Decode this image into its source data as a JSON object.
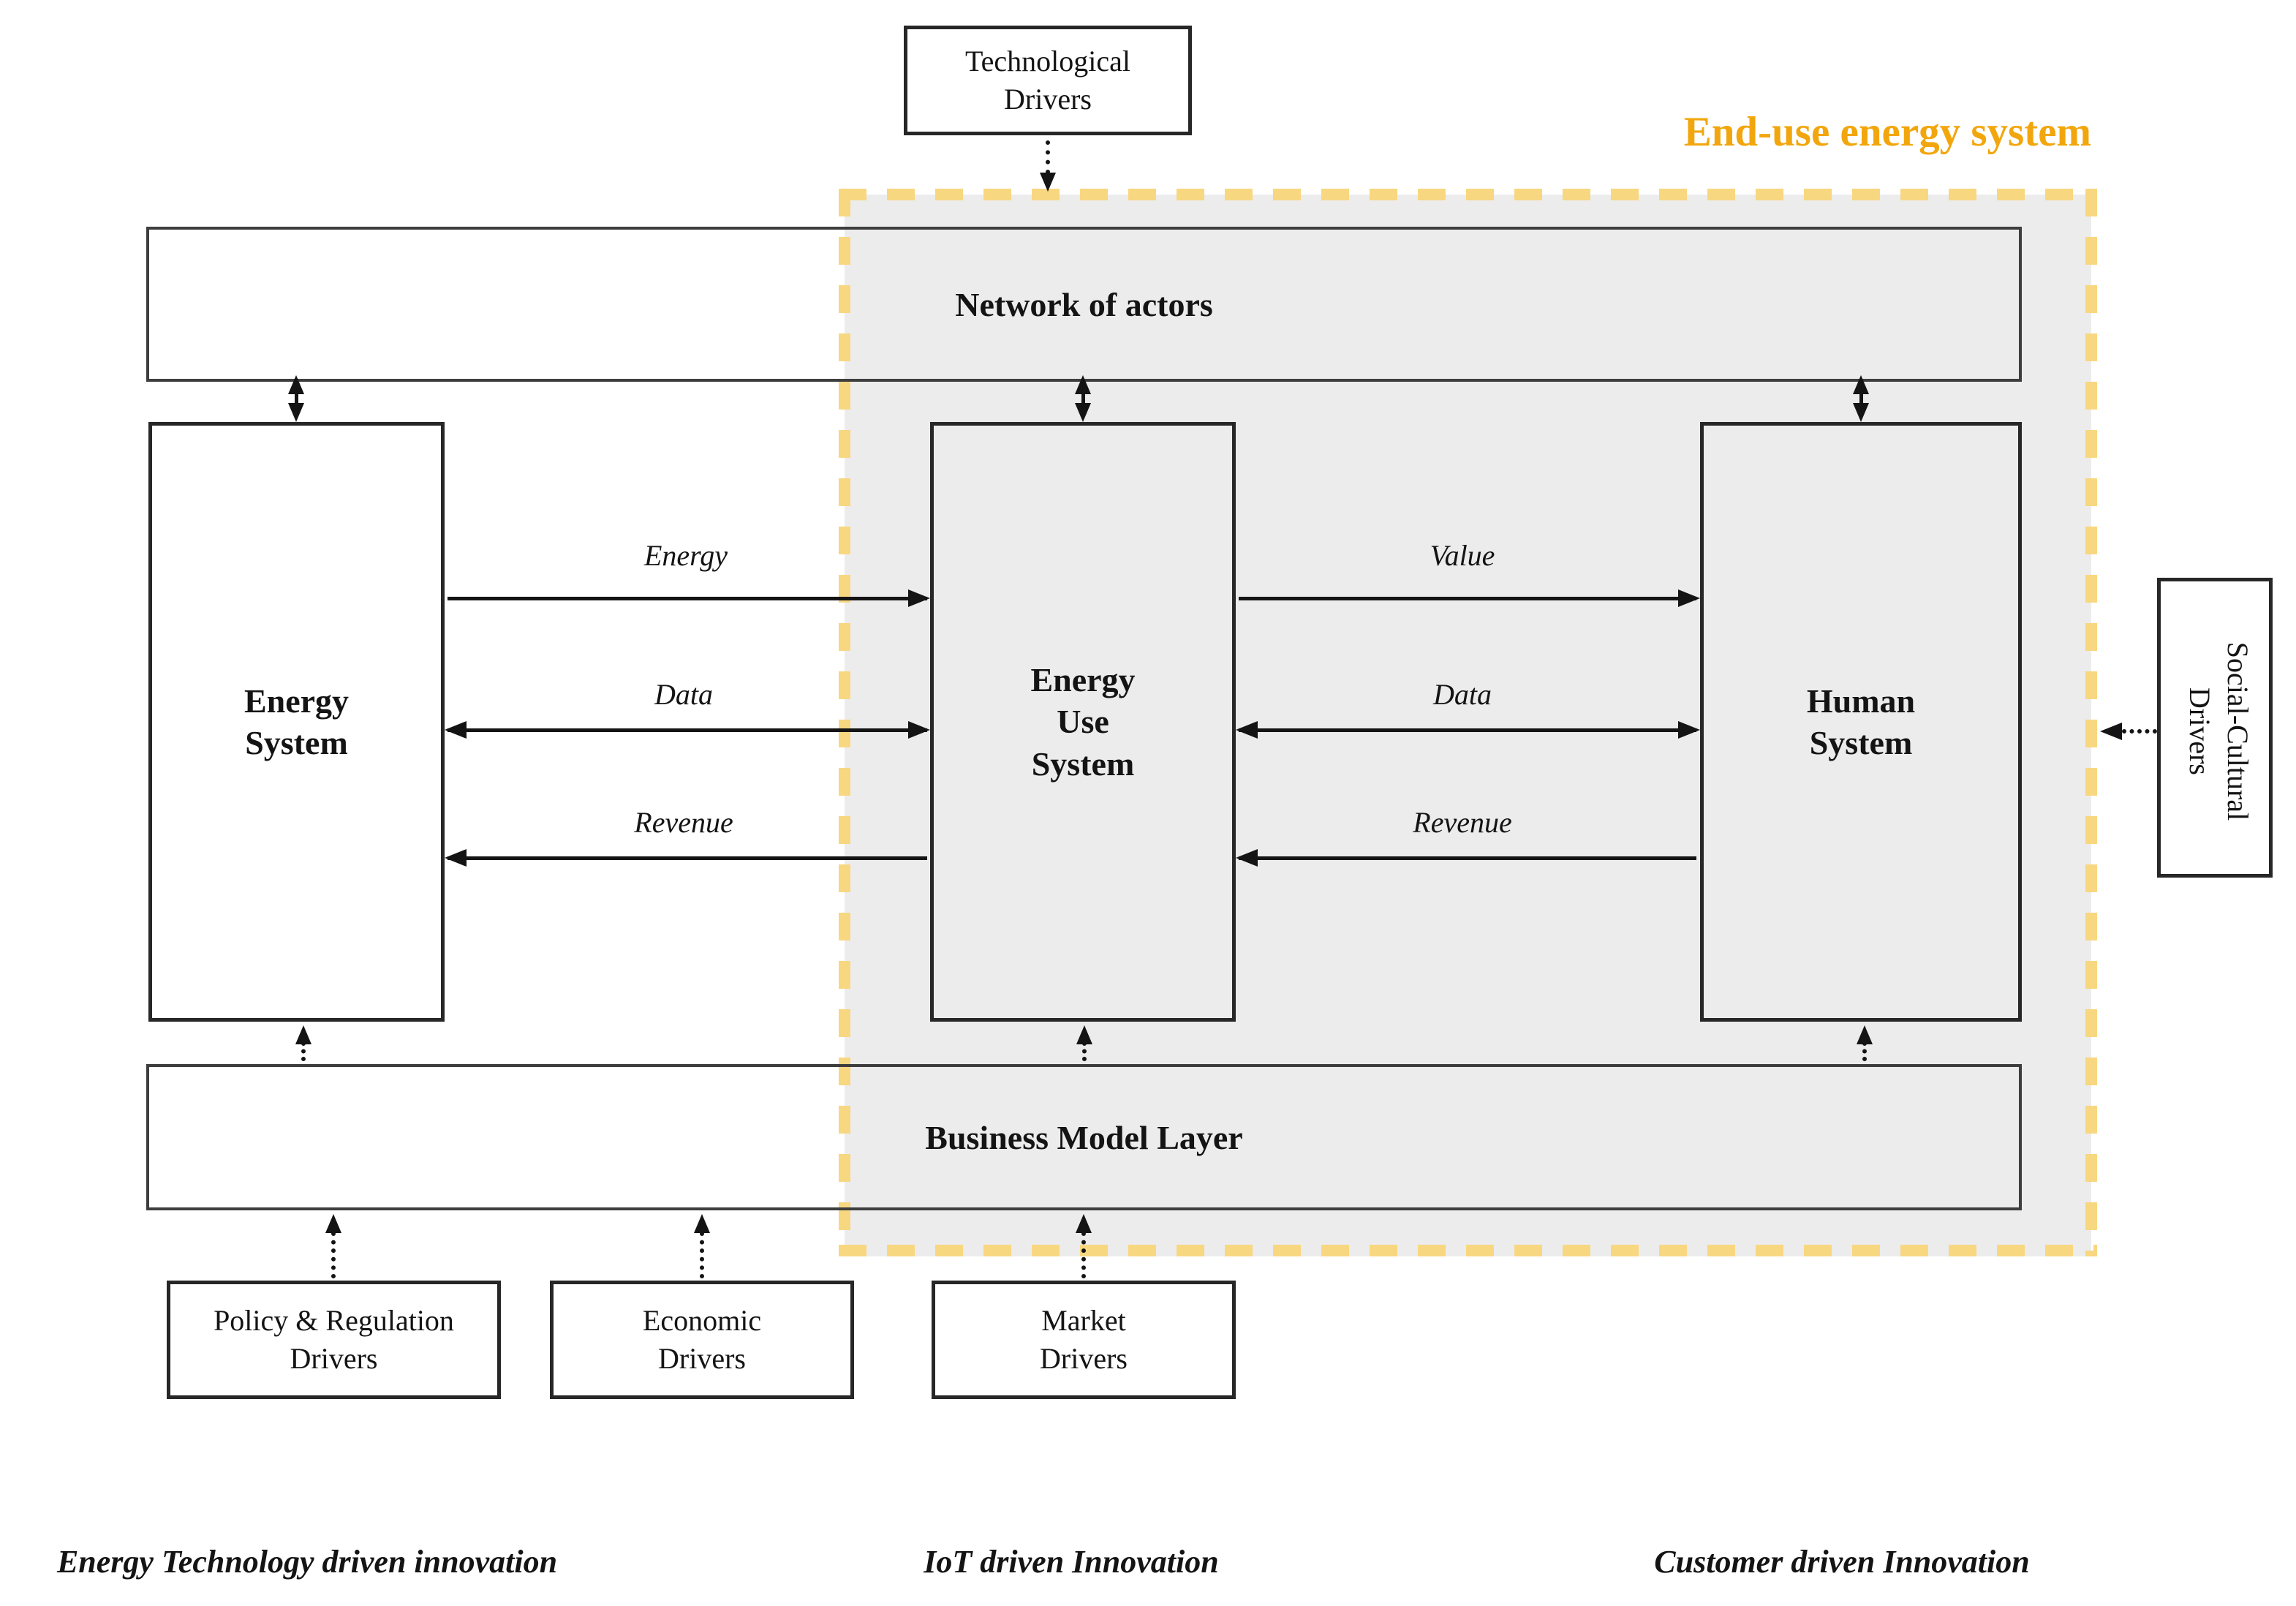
{
  "colors": {
    "accent": "#F2A60D",
    "dash": "#F8D781",
    "zone": "#ECECEC",
    "ink": "#141414"
  },
  "title": "End-use energy system",
  "layers": {
    "network": "Network of actors",
    "business_model": "Business Model Layer"
  },
  "systems": {
    "energy": "Energy\nSystem",
    "energy_use": "Energy\nUse\nSystem",
    "human": "Human\nSystem"
  },
  "drivers": {
    "technological": "Technological\nDrivers",
    "policy": "Policy & Regulation\nDrivers",
    "economic": "Economic\nDrivers",
    "market": "Market\nDrivers",
    "social_cultural": "Social-Cultural\nDrivers"
  },
  "flows": {
    "left": {
      "energy": "Energy",
      "data": "Data",
      "revenue": "Revenue"
    },
    "right": {
      "value": "Value",
      "data": "Data",
      "revenue": "Revenue"
    }
  },
  "footnotes": {
    "left": "Energy Technology driven innovation",
    "center": "IoT driven Innovation",
    "right": "Customer driven Innovation"
  }
}
